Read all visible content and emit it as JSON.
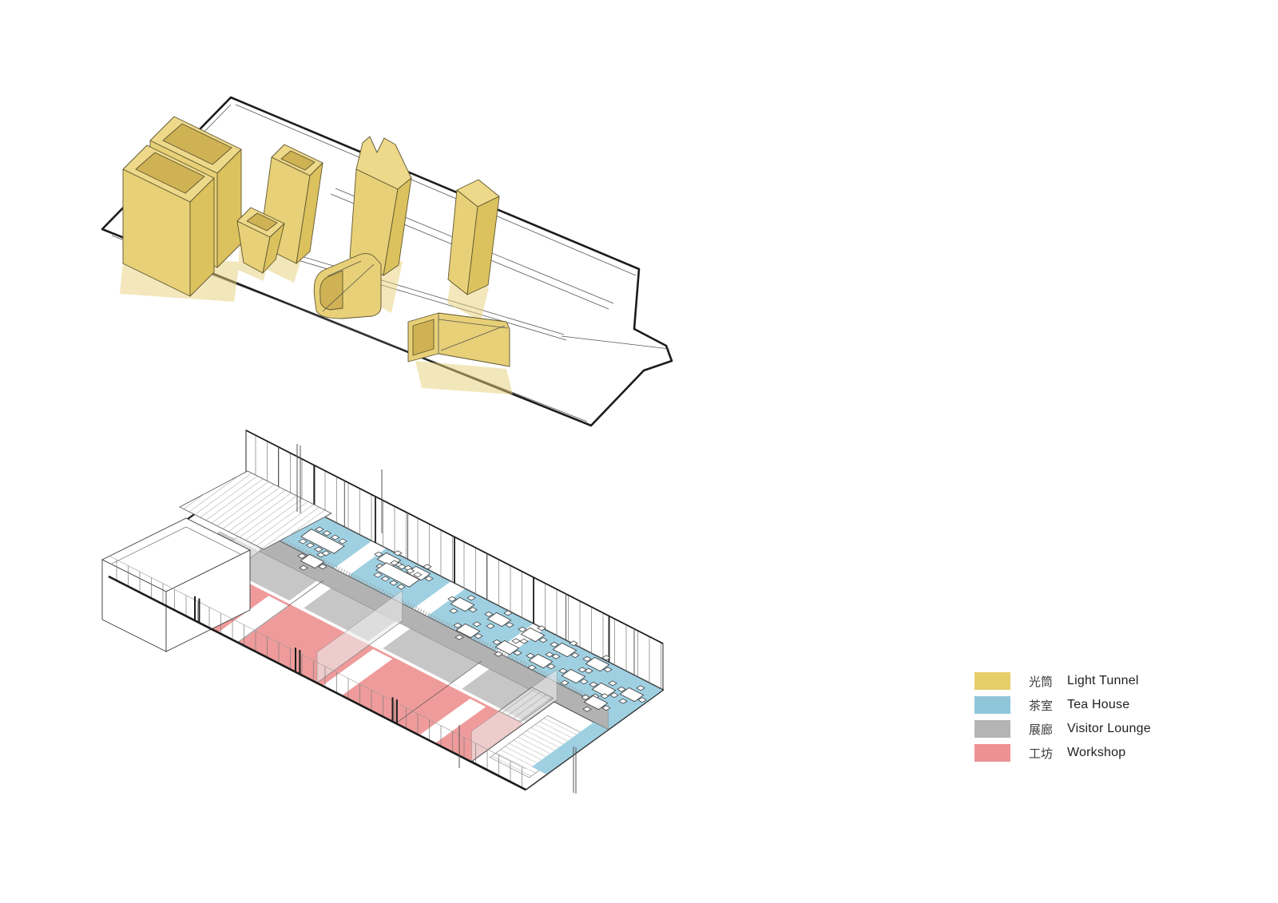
{
  "legend": {
    "items": [
      {
        "id": "light-tunnel",
        "label_zh": "光筒",
        "label_en": "Light Tunnel",
        "color": "#e6ce69"
      },
      {
        "id": "tea-house",
        "label_zh": "茶室",
        "label_en": "Tea House",
        "color": "#8fc6da"
      },
      {
        "id": "visitor-lounge",
        "label_zh": "展廊",
        "label_en": "Visitor Lounge",
        "color": "#b5b4b4"
      },
      {
        "id": "workshop",
        "label_zh": "工坊",
        "label_en": "Workshop",
        "color": "#ee9192"
      }
    ]
  },
  "colors": {
    "background": "#ffffff",
    "linework_heavy": "#1c1c1c",
    "linework_light": "#555555",
    "light_tunnel_fill": "#e7d077",
    "light_tunnel_light": "#eed98a",
    "light_tunnel_shade": "#cfb254",
    "tea_house_floor": "#9fd0e2",
    "workshop_floor": "#ef9b9b",
    "lounge_wall": "#b3b2b2",
    "lounge_floor": "#c7c6c6"
  }
}
